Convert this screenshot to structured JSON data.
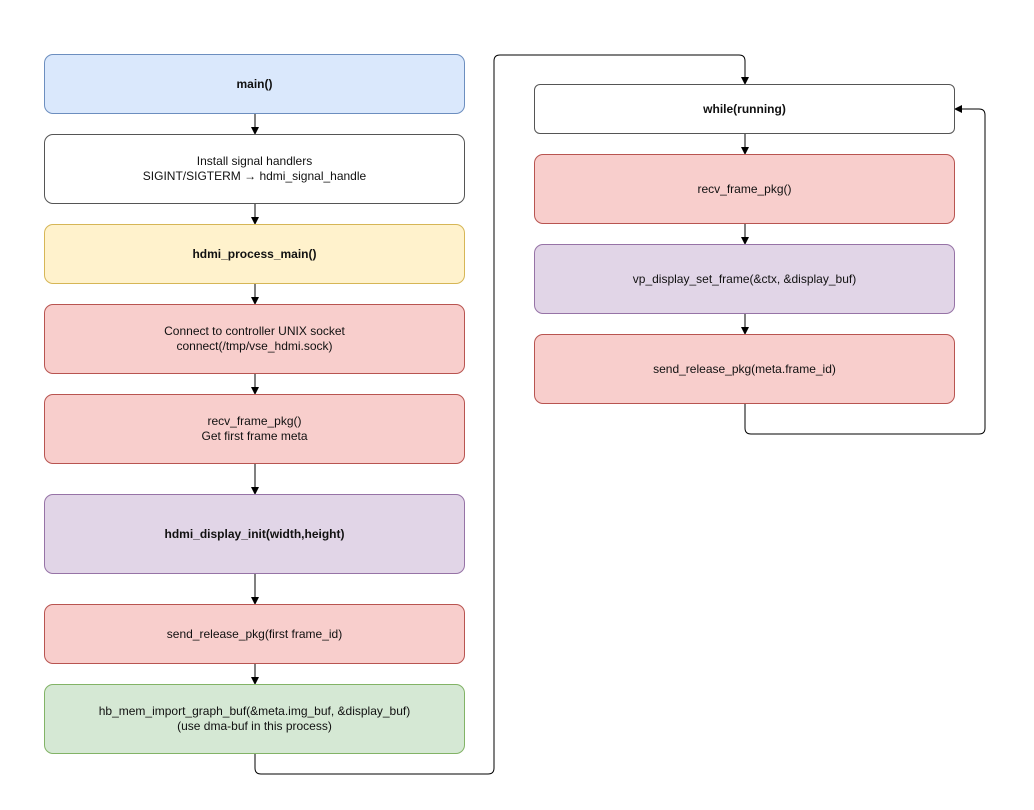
{
  "diagram": {
    "left_column": [
      {
        "id": "main",
        "lines": [
          "main()"
        ],
        "color": "blue",
        "bold": true
      },
      {
        "id": "signal",
        "lines": [
          "Install signal handlers",
          "SIGINT/SIGTERM → hdmi_signal_handle"
        ],
        "color": "white",
        "bold": false
      },
      {
        "id": "process-main",
        "lines": [
          "hdmi_process_main()"
        ],
        "color": "yellow",
        "bold": true
      },
      {
        "id": "connect",
        "lines": [
          "Connect to controller UNIX socket",
          "connect(/tmp/vse_hdmi.sock)"
        ],
        "color": "red",
        "bold": false
      },
      {
        "id": "recv-first",
        "lines": [
          "recv_frame_pkg()",
          "Get first frame meta"
        ],
        "color": "red",
        "bold": false
      },
      {
        "id": "display-init",
        "lines": [
          "hdmi_display_init(width,height)"
        ],
        "color": "purple",
        "bold": true
      },
      {
        "id": "release-first",
        "lines": [
          "send_release_pkg(first frame_id)"
        ],
        "color": "red",
        "bold": false
      },
      {
        "id": "import-buf",
        "lines": [
          "hb_mem_import_graph_buf(&meta.img_buf, &display_buf)",
          "(use dma-buf in this process)"
        ],
        "color": "green",
        "bold": false
      }
    ],
    "right_column": [
      {
        "id": "while-running",
        "lines": [
          "while(running)"
        ],
        "color": "white",
        "bold": true
      },
      {
        "id": "recv-loop",
        "lines": [
          "recv_frame_pkg()"
        ],
        "color": "red",
        "bold": false
      },
      {
        "id": "set-frame",
        "lines": [
          "vp_display_set_frame(&ctx, &display_buf)"
        ],
        "color": "purple",
        "bold": false
      },
      {
        "id": "release-loop",
        "lines": [
          "send_release_pkg(meta.frame_id)"
        ],
        "color": "red",
        "bold": false
      }
    ]
  },
  "colors": {
    "blue": "#dae8fc",
    "white": "#ffffff",
    "yellow": "#fff2cc",
    "red": "#f8cecc",
    "purple": "#e1d5e7",
    "green": "#d5e8d4",
    "edge": "#000000"
  }
}
